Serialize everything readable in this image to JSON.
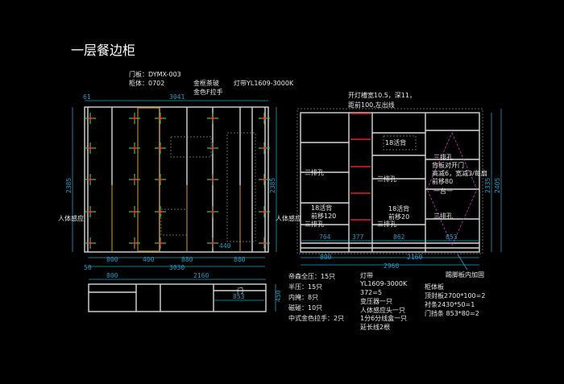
{
  "title": "一层餐边柜",
  "specs": {
    "door": "门板：DYMX-003",
    "body": "柜体：0702",
    "frame": "金框茶玻",
    "handle": "金色F拉手",
    "light": "灯带YL1609-3000K"
  },
  "left_elev": {
    "top_total": "3041",
    "top_offset": "61",
    "height": "2385",
    "sensor": "人体感应",
    "bottom_dims": [
      "800",
      "400",
      "880",
      "880"
    ],
    "bottom_total": "3030",
    "bottom_offset": "50",
    "inner": "440"
  },
  "right_elev": {
    "note1": "开灯槽宽10.5，深11，",
    "note2": "距前100,左出线",
    "back18": "18活背",
    "shelf_label": "三排孔",
    "door_note": [
      "背板对开门",
      "高减6，宽减3/每扇",
      "前移80"
    ],
    "mid_label": "一台一",
    "left_back": [
      "18活背",
      "前移120"
    ],
    "mid_back": [
      "18活背",
      "前移20"
    ],
    "sensor": "人体感应",
    "widths": [
      "764",
      "377",
      "862",
      "853"
    ],
    "dims": [
      "800",
      "2160"
    ],
    "total": "2960",
    "height": "2335",
    "height2": "2405"
  },
  "plan": {
    "dims": [
      "800",
      "2160"
    ],
    "door": "门",
    "width": "853",
    "depth": "450"
  },
  "hardware": [
    "帝森全压：15只",
    "半压：15只",
    "内掩：8只",
    "磁碰：10只",
    "中式金色拉手：2只"
  ],
  "lighting": [
    "灯带",
    "YL1609-3000K",
    "372=5",
    "变压器一只",
    "人体感应头一只",
    "1分6分线盒一只",
    "延长线2根"
  ],
  "kick_note": "踢脚板内加固",
  "panels": [
    "柜体板",
    "顶封板2700*100=2",
    "衬条2430*50=1",
    "门挡条 853*80=2"
  ]
}
